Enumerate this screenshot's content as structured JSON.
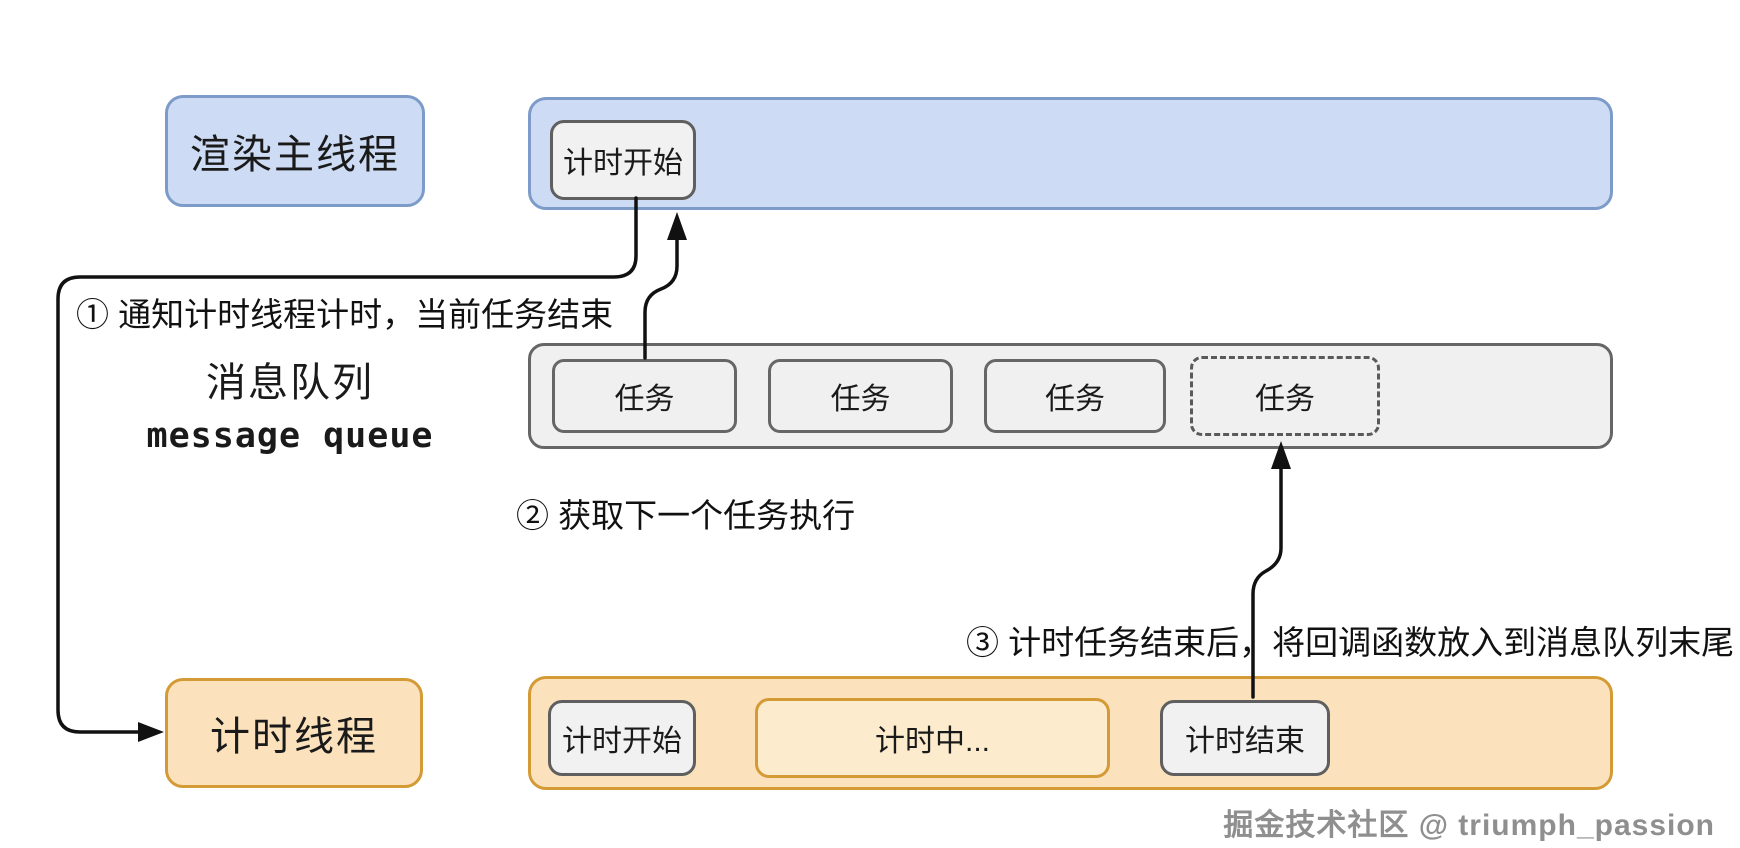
{
  "diagram": {
    "main_thread": {
      "label": "渲染主线程",
      "timer_start": "计时开始"
    },
    "queue": {
      "label_zh": "消息队列",
      "label_en": "message queue",
      "tasks": [
        "任务",
        "任务",
        "任务"
      ],
      "pending_task": "任务"
    },
    "timer_thread": {
      "label": "计时线程",
      "timer_start": "计时开始",
      "timing": "计时中...",
      "timer_end": "计时结束"
    },
    "annotations": {
      "step1": "① 通知计时线程计时，当前任务结束",
      "step2": "② 获取下一个任务执行",
      "step3": "③ 计时任务结束后，将回调函数放入到消息队列末尾"
    },
    "watermark": "掘金技术社区 @ triumph_passion",
    "colors": {
      "blue_fill": "#cddcf4",
      "blue_border": "#7d9bc8",
      "gray_fill": "#f0f0f0",
      "gray_border": "#5f5f5f",
      "orange_fill": "#fbe2bd",
      "orange_border": "#d49a35",
      "timing_fill": "#fdebcd",
      "arrow": "#111111",
      "watermark_text": "#8f8f8f"
    }
  }
}
